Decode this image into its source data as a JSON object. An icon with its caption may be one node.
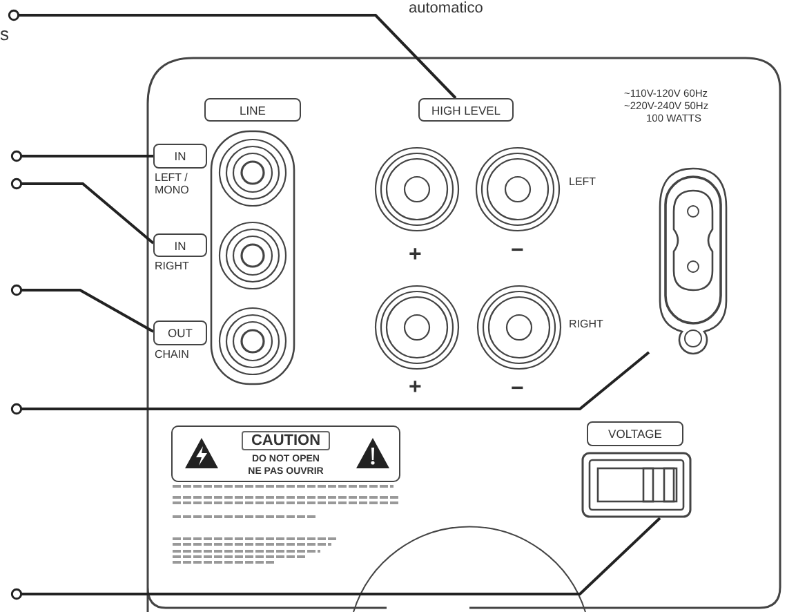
{
  "diagram": {
    "nodes": [
      {
        "text": [
          "HIGH LEVEL"
        ]
      },
      {
        "text": [
          "LINE"
        ]
      },
      {
        "text": [
          "IN"
        ],
        "beside": [
          "LEFT / MONO"
        ]
      },
      {
        "text": [
          "IN"
        ],
        "beside": [
          "RIGHT"
        ]
      },
      {
        "text": [
          "OUT"
        ],
        "beside": [
          "CHAIN"
        ]
      },
      {
        "text": [],
        "shape": "socket"
      },
      {
        "text": [
          "VOLTAGE"
        ]
      },
      {
        "text": [],
        "shape": "switch"
      },
      {
        "text": [
          "CAUTION",
          "DO NOT OPEN",
          "NE PAS OUVRIR"
        ]
      },
      {
        "text": [
          "s"
        ]
      }
    ],
    "edges": [
      {
        "from": 9,
        "to": 0,
        "arrow": "other"
      },
      {
        "from": null,
        "to": 2,
        "arrow": "other"
      },
      {
        "from": null,
        "to": 3,
        "arrow": "other"
      },
      {
        "from": null,
        "to": 4,
        "arrow": "other"
      },
      {
        "from": null,
        "to": 5,
        "arrow": "other"
      },
      {
        "from": null,
        "to": 7,
        "arrow": "other"
      }
    ],
    "labels": [
      "automatico",
      "~110V-120V 60Hz",
      "~220V-240V 50Hz",
      "100 WATTS",
      "LEFT",
      "+",
      "−",
      "RIGHT",
      "+",
      "−"
    ]
  }
}
